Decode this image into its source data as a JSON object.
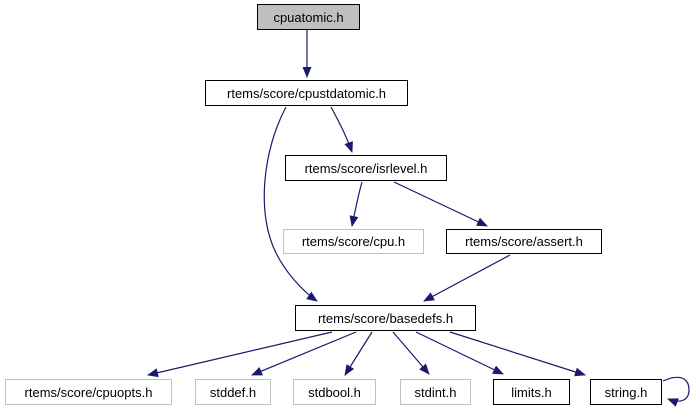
{
  "graph": {
    "type": "include-dependency-graph",
    "nodes": [
      {
        "id": "cpuatomic",
        "label": "cpuatomic.h",
        "kind": "root"
      },
      {
        "id": "cpustdatomic",
        "label": "rtems/score/cpustdatomic.h",
        "kind": "documented"
      },
      {
        "id": "isrlevel",
        "label": "rtems/score/isrlevel.h",
        "kind": "documented"
      },
      {
        "id": "cpu",
        "label": "rtems/score/cpu.h",
        "kind": "undocumented"
      },
      {
        "id": "assert",
        "label": "rtems/score/assert.h",
        "kind": "documented"
      },
      {
        "id": "basedefs",
        "label": "rtems/score/basedefs.h",
        "kind": "documented"
      },
      {
        "id": "cpuopts",
        "label": "rtems/score/cpuopts.h",
        "kind": "undocumented"
      },
      {
        "id": "stddef",
        "label": "stddef.h",
        "kind": "undocumented"
      },
      {
        "id": "stdbool",
        "label": "stdbool.h",
        "kind": "undocumented"
      },
      {
        "id": "stdint",
        "label": "stdint.h",
        "kind": "undocumented"
      },
      {
        "id": "limits",
        "label": "limits.h",
        "kind": "documented"
      },
      {
        "id": "string",
        "label": "string.h",
        "kind": "documented"
      }
    ],
    "edges": [
      {
        "from": "cpuatomic.h",
        "to": "rtems/score/cpustdatomic.h"
      },
      {
        "from": "rtems/score/cpustdatomic.h",
        "to": "rtems/score/isrlevel.h"
      },
      {
        "from": "rtems/score/cpustdatomic.h",
        "to": "rtems/score/basedefs.h"
      },
      {
        "from": "rtems/score/isrlevel.h",
        "to": "rtems/score/cpu.h"
      },
      {
        "from": "rtems/score/isrlevel.h",
        "to": "rtems/score/assert.h"
      },
      {
        "from": "rtems/score/assert.h",
        "to": "rtems/score/basedefs.h"
      },
      {
        "from": "rtems/score/basedefs.h",
        "to": "rtems/score/cpuopts.h"
      },
      {
        "from": "rtems/score/basedefs.h",
        "to": "stddef.h"
      },
      {
        "from": "rtems/score/basedefs.h",
        "to": "stdbool.h"
      },
      {
        "from": "rtems/score/basedefs.h",
        "to": "stdint.h"
      },
      {
        "from": "rtems/score/basedefs.h",
        "to": "limits.h"
      },
      {
        "from": "rtems/score/basedefs.h",
        "to": "string.h"
      },
      {
        "from": "string.h",
        "to": "string.h"
      }
    ],
    "colors": {
      "edge": "#191970",
      "root_fill": "#bfbfbf",
      "node_fill": "#ffffff",
      "documented_border": "#000000",
      "undocumented_border": "#c0c0c0",
      "text": "#000000",
      "background": "#ffffff"
    }
  }
}
